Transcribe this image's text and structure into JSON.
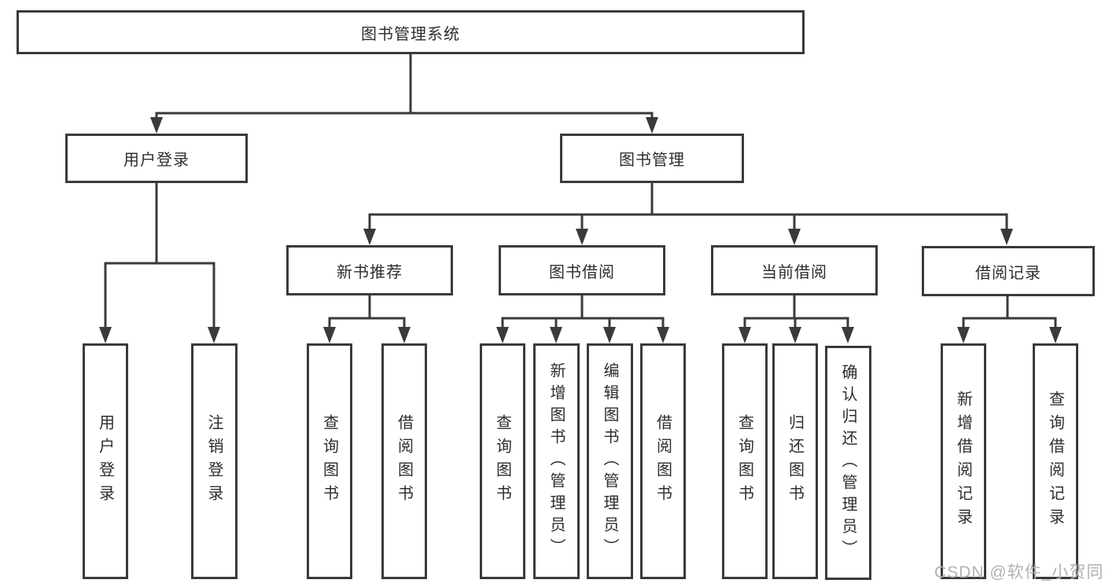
{
  "diagram": {
    "root": {
      "label": "图书管理系统"
    },
    "branches": [
      {
        "label": "用户登录",
        "children": [
          {
            "label": "用户登录"
          },
          {
            "label": "注销登录"
          }
        ]
      },
      {
        "label": "图书管理",
        "sections": [
          {
            "label": "新书推荐",
            "children": [
              {
                "label": "查询图书"
              },
              {
                "label": "借阅图书"
              }
            ]
          },
          {
            "label": "图书借阅",
            "children": [
              {
                "label": "查询图书"
              },
              {
                "label": "新增图书（管理员）"
              },
              {
                "label": "编辑图书（管理员）"
              },
              {
                "label": "借阅图书"
              }
            ]
          },
          {
            "label": "当前借阅",
            "children": [
              {
                "label": "查询图书"
              },
              {
                "label": "归还图书"
              },
              {
                "label": "确认归还（管理员）"
              }
            ]
          },
          {
            "label": "借阅记录",
            "children": [
              {
                "label": "新增借阅记录"
              },
              {
                "label": "查询借阅记录"
              }
            ]
          }
        ]
      }
    ]
  },
  "watermark": {
    "text": "CSDN @软件_小贺同学"
  },
  "colors": {
    "line": "#3a3a3a",
    "border": "#3a3a3a",
    "text": "#2d2d2d",
    "watermark": "#b2b2b2",
    "background": "#ffffff"
  }
}
